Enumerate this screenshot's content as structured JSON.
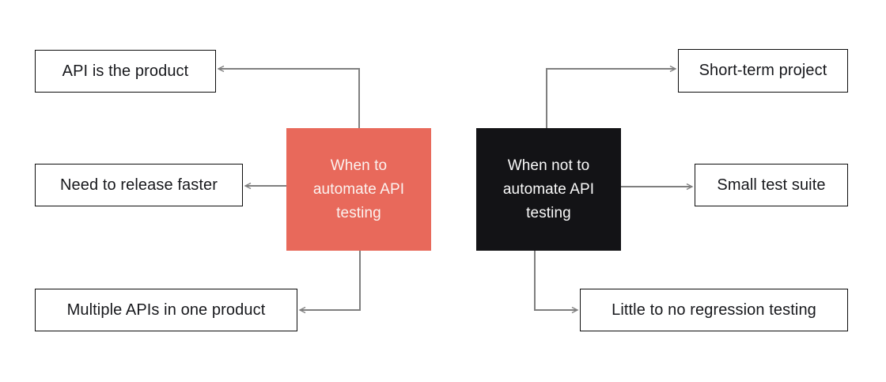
{
  "diagram": {
    "background_color": "#FFFFFF",
    "connector_color": "#7F7F7F",
    "box_border_color": "#0D0D0D",
    "left_group": {
      "hub": {
        "label": "When to automate API testing",
        "lines": [
          "When to",
          "automate API",
          "testing"
        ],
        "color": "#E8695B",
        "text_color": "#FBF3F0"
      },
      "reasons": [
        {
          "label": "API is the product"
        },
        {
          "label": "Need to release faster"
        },
        {
          "label": "Multiple APIs in one product"
        }
      ]
    },
    "right_group": {
      "hub": {
        "label": "When not to automate API testing",
        "lines": [
          "When not to",
          "automate API",
          "testing"
        ],
        "color": "#131316",
        "text_color": "#FAFAFA"
      },
      "reasons": [
        {
          "label": "Short-term project"
        },
        {
          "label": "Small test suite"
        },
        {
          "label": "Little to no regression testing"
        }
      ]
    }
  }
}
